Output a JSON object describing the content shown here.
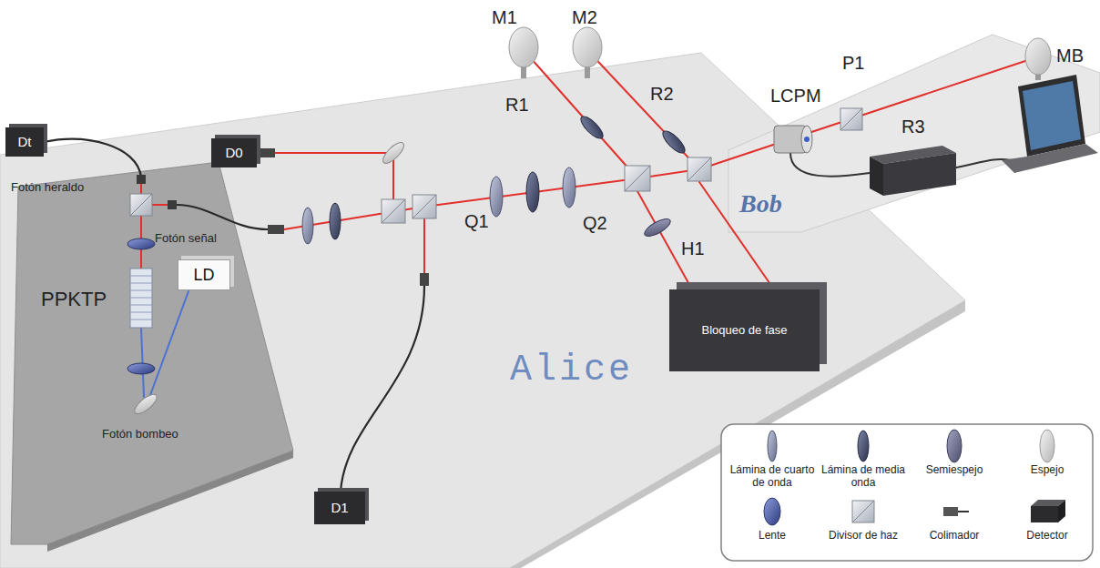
{
  "diagram": {
    "nodes": [
      {
        "text": [
          "Alice"
        ]
      },
      {
        "text": [
          "Bob"
        ]
      },
      {
        "text": [
          "LD"
        ],
        "in": 0
      },
      {
        "text": [
          "Dt"
        ],
        "in": 0
      },
      {
        "text": [
          "D0"
        ],
        "in": 0
      },
      {
        "text": [
          "D1"
        ],
        "in": 0
      },
      {
        "text": [
          "Bloqueo de fase"
        ],
        "in": 0
      }
    ],
    "labels": [
      "Fotón heraldo",
      "Fotón señal",
      "PPKTP",
      "Fotón bombeo",
      "M1",
      "M2",
      "R1",
      "R2",
      "Q1",
      "Q2",
      "H1",
      "LCPM",
      "P1",
      "MB",
      "R3"
    ],
    "legend": [
      {
        "text": "Lámina de cuarto de onda"
      },
      {
        "text": "Lámina de media onda"
      },
      {
        "text": "Semiespejo"
      },
      {
        "text": "Espejo"
      },
      {
        "text": "Lente"
      },
      {
        "text": "Divisor de haz"
      },
      {
        "text": "Colimador"
      },
      {
        "text": "Detector"
      }
    ]
  }
}
